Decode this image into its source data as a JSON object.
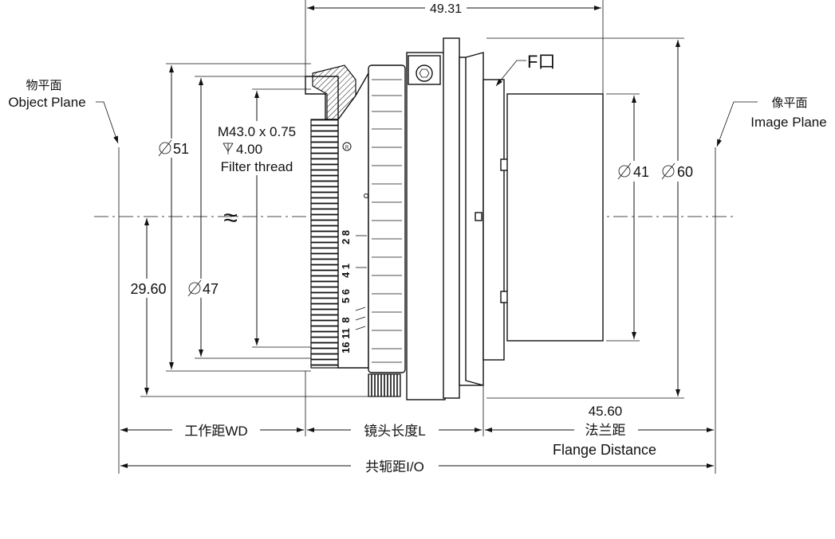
{
  "dims": {
    "overall_length": "49.31",
    "flange_mount": "F口",
    "phi41": "41",
    "phi60": "60",
    "phi51": "51",
    "phi47": "47",
    "height_2960": "29.60",
    "flange_value": "45.60",
    "filter_thread_size": "M43.0 x 0.75",
    "filter_thread_depth": "4.00",
    "filter_thread_label": "Filter thread",
    "approx_symbol": "≈"
  },
  "planes": {
    "object_cn": "物平面",
    "object_en": "Object Plane",
    "image_cn": "像平面",
    "image_en": "Image Plane"
  },
  "bottom": {
    "wd": "工作距WD",
    "lens_length": "镜头长度L",
    "flange_cn": "法兰距",
    "flange_en": "Flange Distance",
    "io": "共轭距I/O"
  },
  "scale": {
    "top_pair": "2 8",
    "mid_pair": "4 1",
    "low_pair": "5 6",
    "low2": "8",
    "bottom_pair": "16 11"
  }
}
